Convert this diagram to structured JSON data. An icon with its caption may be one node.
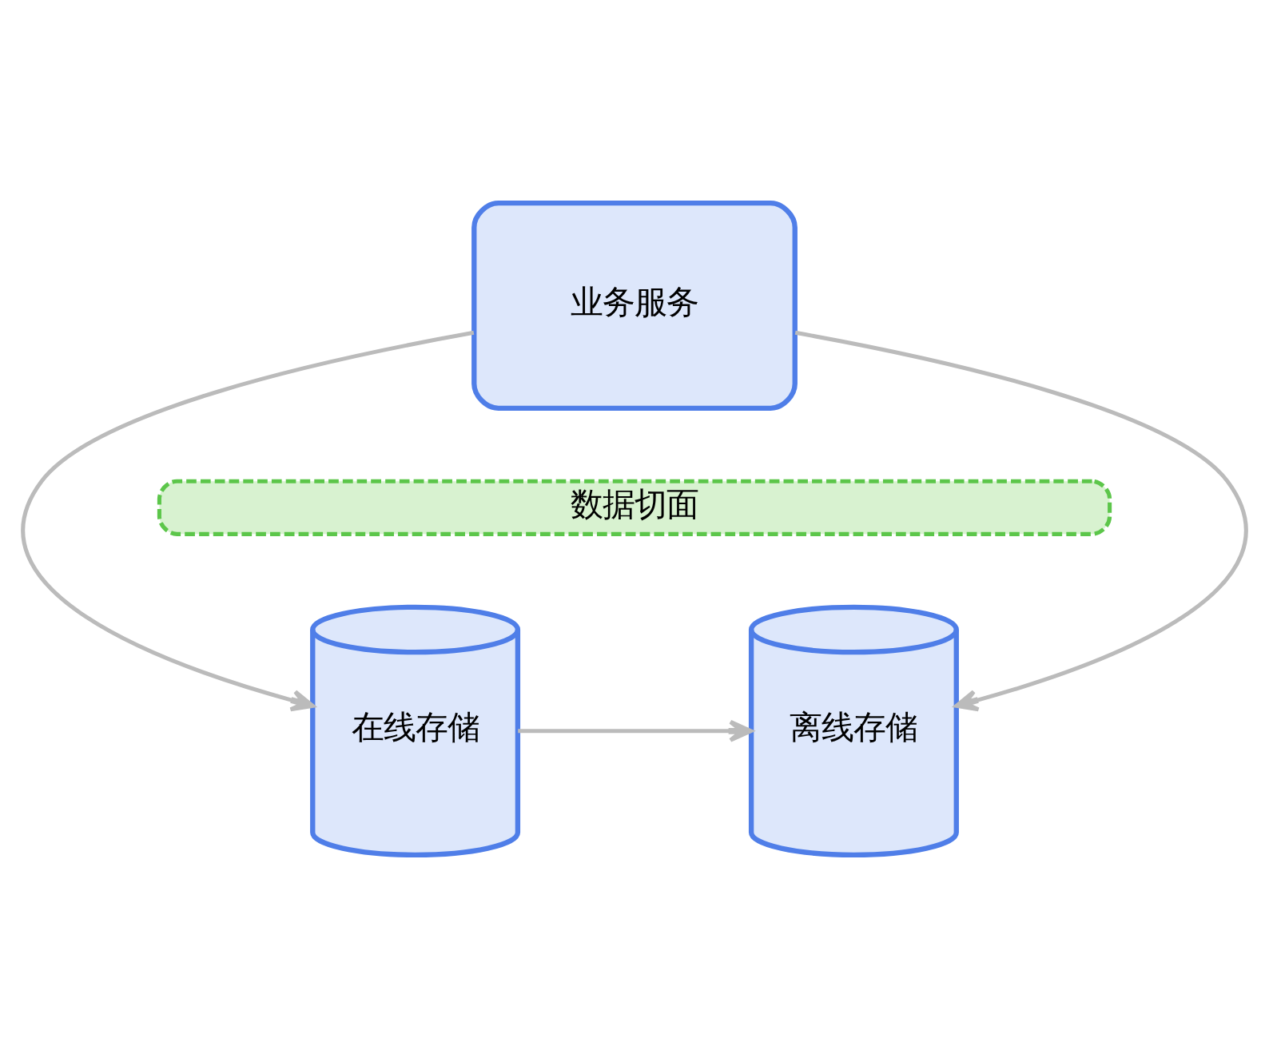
{
  "diagram": {
    "nodes": [
      {
        "text": [
          "业务服务"
        ]
      },
      {
        "text": [
          "在线存储"
        ]
      },
      {
        "text": [
          "离线存储"
        ]
      },
      {
        "text": [
          "数据切面"
        ]
      }
    ],
    "edges": [
      {
        "from": 0,
        "to": 1,
        "arrow": "to"
      },
      {
        "from": 0,
        "to": 2,
        "arrow": "to"
      },
      {
        "from": 1,
        "to": 2,
        "arrow": "to"
      }
    ]
  }
}
